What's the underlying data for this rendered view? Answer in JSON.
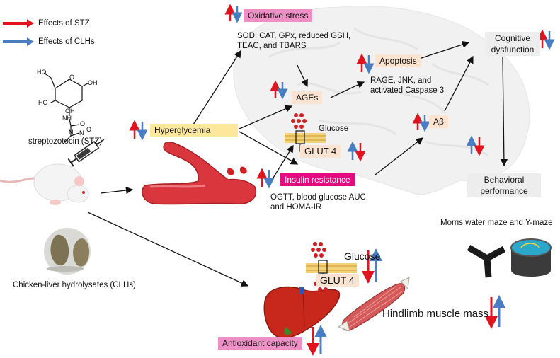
{
  "legend": {
    "stz_label": "Effects of STZ",
    "clh_label": "Effects of CLHs",
    "stz_color": "#e0141e",
    "clh_color": "#4a7ec2"
  },
  "stz": {
    "name": "streptozotocin (STZ)",
    "atoms": {
      "ho1": "HO",
      "ho2": "HO",
      "oh1": "OH",
      "oh2": "OH",
      "o_ring": "O",
      "nh": "NH",
      "o_carbonyl": "O",
      "n1": "N",
      "n2": "N",
      "o_nitroso": "O"
    }
  },
  "clh_label": "Chicken-liver hydrolysates (CLHs)",
  "nodes": {
    "oxidative_stress": "Oxidative stress",
    "oxidative_markers": [
      "SOD, CAT, GPx, reduced GSH,",
      "TEAC, and TBARS"
    ],
    "hyperglycemia": "Hyperglycemia",
    "ages": "AGEs",
    "glucose_top": "Glucose",
    "glut4_top": "GLUT 4",
    "insulin_resistance": "Insulin resistance",
    "insulin_markers": [
      "OGTT, blood glucose AUC,",
      "and HOMA-IR"
    ],
    "apoptosis": "Apoptosis",
    "apoptosis_markers": [
      "RAGE, JNK, and",
      "activated Caspase 3"
    ],
    "abeta": "Aβ",
    "cognitive": "Cognitive dysfunction",
    "behavioral": "Behavioral performance",
    "behavior_tests": "Morris water maze and Y-maze",
    "glucose_bottom": "Glucose",
    "glut4_bottom": "GLUT 4",
    "hindlimb": "Hindlimb muscle mass",
    "antioxidant": "Antioxidant capacity"
  },
  "colors": {
    "oxidative_bg": "#ee8fc6",
    "peach_bg": "#fbe3d2",
    "hyperglycemia_bg": "#fde79a",
    "insulin_bg": "#e30b7d",
    "grey_bg": "#ededed",
    "vessel": "#d9363e",
    "liver": "#c8281c",
    "muscle": "#d45a5a",
    "glucose_dot": "#d11f24"
  }
}
